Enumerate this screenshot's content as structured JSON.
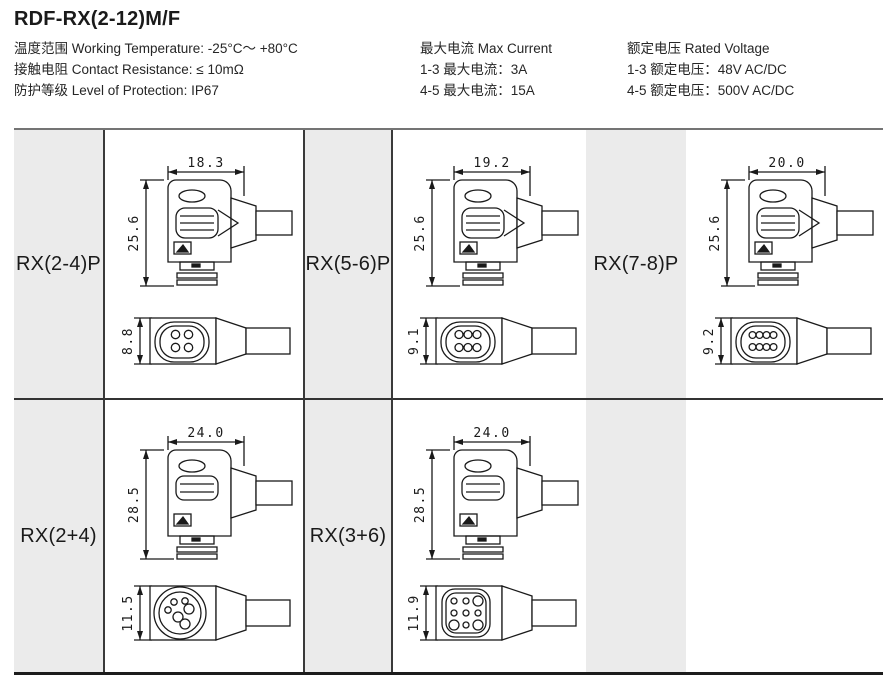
{
  "header": {
    "title": "RDF-RX(2-12)M/F",
    "spec_columns": [
      {
        "name": "general",
        "lines": [
          "温度范围 Working Temperature: -25°C～ +80°C",
          "接触电阻 Contact Resistance: ≤ 10mΩ",
          "防护等级 Level of Protection: IP67"
        ]
      },
      {
        "name": "max-current",
        "lines": [
          "最大电流 Max Current",
          "1-3 最大电流：3A",
          "4-5 最大电流：15A"
        ]
      },
      {
        "name": "rated-voltage",
        "lines": [
          "额定电压 Rated Voltage",
          "1-3 额定电压：48V AC/DC",
          "4-5 额定电压：500V AC/DC"
        ]
      }
    ]
  },
  "table": {
    "colors": {
      "label_bg": "#ebebeb",
      "line": "#333333",
      "drawing": "#1a1a1a"
    },
    "rows": [
      {
        "cells": [
          {
            "label": "RX(2-4)P",
            "pins": "grid-2x2",
            "dims": {
              "body_width": "18.3",
              "body_height": "25.6",
              "face_height": "8.8"
            }
          },
          {
            "label": "RX(5-6)P",
            "pins": "grid-2x3",
            "dims": {
              "body_width": "19.2",
              "body_height": "25.6",
              "face_height": "9.1"
            }
          },
          {
            "label": "RX(7-8)P",
            "pins": "grid-2x4",
            "dims": {
              "body_width": "20.0",
              "body_height": "25.6",
              "face_height": "9.2"
            }
          }
        ]
      },
      {
        "cells": [
          {
            "label": "RX(2+4)",
            "pins": "round-2plus4",
            "dims": {
              "body_width": "24.0",
              "body_height": "28.5",
              "face_height": "11.5"
            }
          },
          {
            "label": "RX(3+6)",
            "pins": "round-3plus6",
            "dims": {
              "body_width": "24.0",
              "body_height": "28.5",
              "face_height": "11.9"
            }
          },
          {
            "label": "",
            "empty": true
          }
        ]
      }
    ]
  }
}
